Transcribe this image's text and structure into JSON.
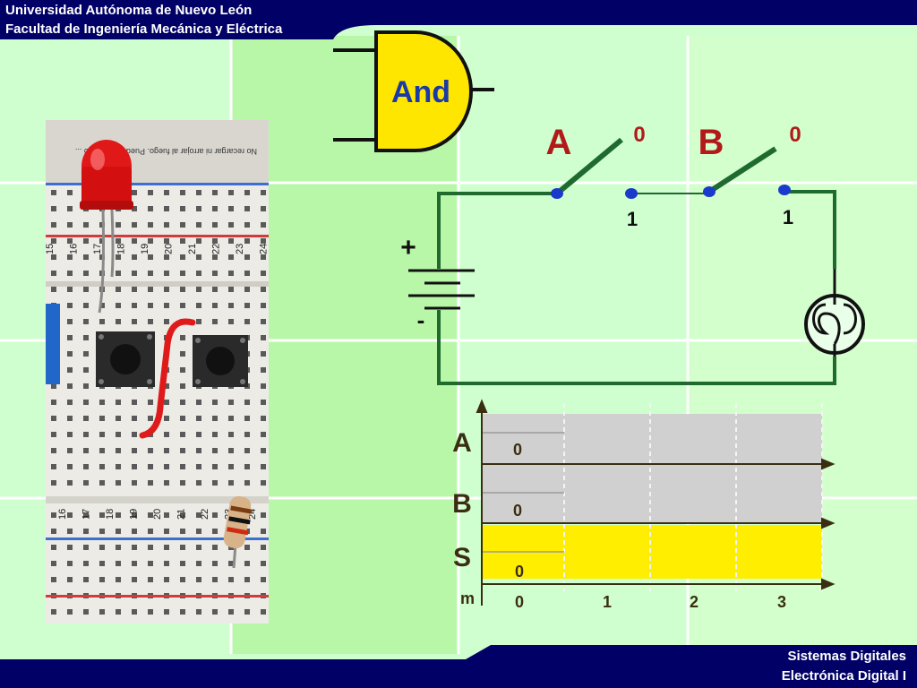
{
  "header": {
    "line1": "Universidad Autónoma de Nuevo León",
    "line2": "Facultad de Ingeniería Mecánica y Eléctrica"
  },
  "footer": {
    "line1": "Sistemas Digitales",
    "line2": "Electrónica Digital I"
  },
  "gate": {
    "label": "And"
  },
  "circuit": {
    "switch_a_label": "A",
    "switch_a_state0": "0",
    "switch_a_state1": "1",
    "switch_b_label": "B",
    "switch_b_state0": "0",
    "switch_b_state1": "1",
    "battery_plus": "+",
    "battery_minus": "-"
  },
  "timing": {
    "row_a_label": "A",
    "row_a_value": "0",
    "row_b_label": "B",
    "row_b_value": "0",
    "row_s_label": "S",
    "row_s_value": "0",
    "time_unit": "m",
    "ticks": [
      "0",
      "1",
      "2",
      "3"
    ]
  },
  "photo": {
    "breadboard_numbers_top": [
      "15",
      "16",
      "17",
      "18",
      "19",
      "20",
      "21",
      "22",
      "23",
      "24"
    ],
    "breadboard_numbers_bottom": [
      "16",
      "17",
      "18",
      "19",
      "20",
      "21",
      "22",
      "23",
      "24"
    ],
    "label_text": "No recargar ni arrojar al fuego. Puede explotar o ..."
  },
  "colors": {
    "navy": "#000066",
    "background_light": "#cfffcf",
    "background_mid": "#b4f5a0",
    "wire": "#1f6b2f",
    "label_red": "#b21a1a",
    "gate_yellow": "#ffe600",
    "timing_gray": "#d0d0d0",
    "timing_yellow": "#ffee00",
    "axis": "#3a2e10"
  }
}
